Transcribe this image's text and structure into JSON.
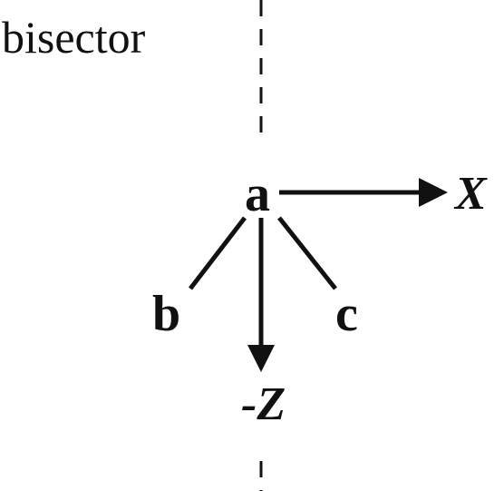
{
  "labels": {
    "bisector": "bisector",
    "atom_a": "a",
    "atom_b": "b",
    "atom_c": "c",
    "axis_x": "X",
    "axis_neg_z": "-Z"
  },
  "colors": {
    "ink": "#111111",
    "background": "#ffffff"
  }
}
